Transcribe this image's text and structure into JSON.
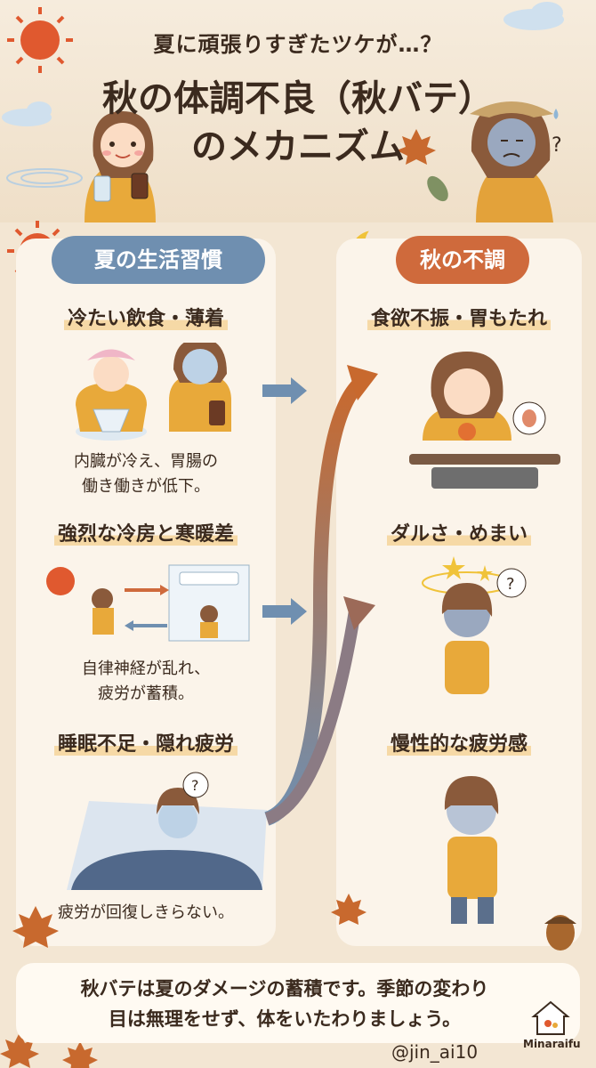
{
  "header": {
    "subtitle": "夏に頑張りすぎたツケが…？",
    "title_line1": "秋の体調不良（秋バテ）",
    "title_line2": "のメカニズム"
  },
  "left_panel": {
    "label": "夏の生活習慣",
    "sections": [
      {
        "heading": "冷たい飲食・薄着",
        "desc_line1": "内臓が冷え、胃腸の",
        "desc_line2": "働き働きが低下。"
      },
      {
        "heading": "強烈な冷房と寒暖差",
        "desc_line1": "自律神経が乱れ、",
        "desc_line2": "疲労が蓄積。"
      },
      {
        "heading": "睡眠不足・隠れ疲労",
        "desc_line1": "疲労が回復しきらない。",
        "desc_line2": ""
      }
    ]
  },
  "right_panel": {
    "label": "秋の不調",
    "sections": [
      {
        "heading": "食欲不振・胃もたれ"
      },
      {
        "heading": "ダルさ・めまい"
      },
      {
        "heading": "慢性的な疲労感"
      }
    ]
  },
  "footer": {
    "line1": "秋バテは夏のダメージの蓄積です。季節の変わり",
    "line2": "目は無理をせず、体をいたわりましょう。"
  },
  "credit": {
    "handle": "@jin_ai10",
    "brand": "Minaraifu"
  },
  "colors": {
    "accent_orange": "#cf6a3c",
    "accent_blue": "#6f8fb0",
    "background": "#f3e6d3"
  },
  "icons": [
    "sun-icon",
    "moon-icon",
    "maple-leaf-icon",
    "acorn-icon",
    "house-icon",
    "question-icon",
    "star-icon"
  ]
}
